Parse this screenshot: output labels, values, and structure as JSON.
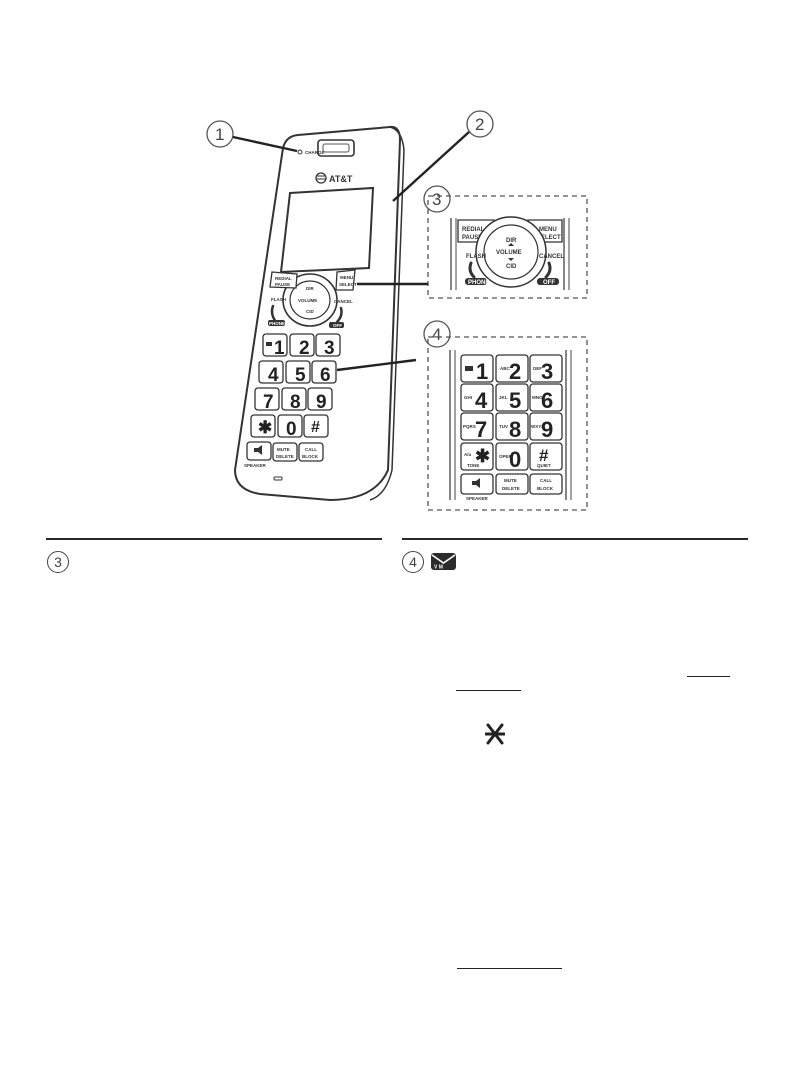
{
  "callouts": {
    "c1": "1",
    "c2": "2",
    "c3": "3",
    "c4": "4"
  },
  "handset": {
    "brand": "AT&T",
    "earpiece_label": "CHARGE",
    "nav": {
      "up": "DIR",
      "center": "VOLUME",
      "down": "CID"
    },
    "left_top": {
      "line1": "REDIAL",
      "line2": "PAUSE"
    },
    "right_top": {
      "line1": "MENU",
      "line2": "SELECT"
    },
    "left_bottom": {
      "line1": "FLASH",
      "badge": "PHONE"
    },
    "right_bottom": {
      "line1": "CANCEL",
      "badge": "OFF"
    },
    "keys": [
      {
        "digit": "1",
        "letters": ""
      },
      {
        "digit": "2",
        "letters": "ABC"
      },
      {
        "digit": "3",
        "letters": "DEF"
      },
      {
        "digit": "4",
        "letters": "GHI"
      },
      {
        "digit": "5",
        "letters": "JKL"
      },
      {
        "digit": "6",
        "letters": "MNO"
      },
      {
        "digit": "7",
        "letters": "PQRS"
      },
      {
        "digit": "8",
        "letters": "TUV"
      },
      {
        "digit": "9",
        "letters": "WXYZ"
      },
      {
        "digit": "✱",
        "letters": "A/a",
        "sub": "TONE"
      },
      {
        "digit": "0",
        "letters": "OPER"
      },
      {
        "digit": "#",
        "letters": "",
        "sub": "QUIET"
      }
    ],
    "bottom_keys": {
      "mute": "MUTE",
      "delete": "DELETE",
      "call": "CALL",
      "block": "BLOCK",
      "speaker": "SPEAKER"
    }
  },
  "sections": {
    "left": {
      "number": "3"
    },
    "right": {
      "number": "4",
      "icon": "voicemail-envelope-icon",
      "icon_letters": "V M"
    }
  }
}
